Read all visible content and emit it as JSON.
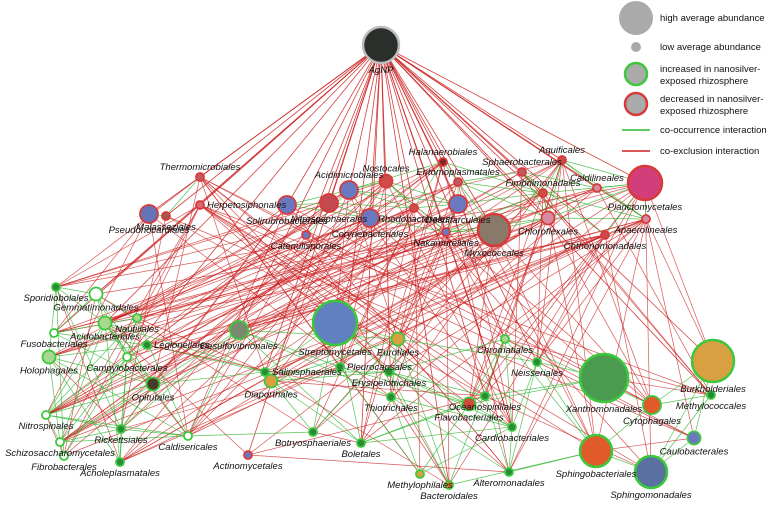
{
  "legend": {
    "high": "high average abundance",
    "low": "low average abundance",
    "increased_line1": "increased in nanosilver-",
    "increased_line2": "exposed rhizosphere",
    "decreased_line1": "decreased in nanosilver-",
    "decreased_line2": "exposed rhizosphere",
    "cooccurrence": "co-occurrence interaction",
    "coexclusion": "co-exclusion interaction"
  },
  "colors": {
    "increased_ring": "#3cc83c",
    "decreased_ring": "#d83a3a",
    "cooccurrence_line": "#2fb52f",
    "coexclusion_line": "#cc1f1f",
    "legend_gray": "#aaaaaa"
  },
  "nodes": [
    {
      "id": "AgNP",
      "label": "AgNP",
      "fill": "#2a2f2c",
      "ring": "gray",
      "size": "xl"
    },
    {
      "id": "Thermomicrobiales",
      "label": "Thermomicrobiales",
      "fill": "#c05a64",
      "ring": "red",
      "size": "xs"
    },
    {
      "id": "Pseudonocardiales",
      "label": "Pseudonocardiales",
      "fill": "#6574b8",
      "ring": "red",
      "size": "m"
    },
    {
      "id": "Herpetosiphonales",
      "label": "Herpetosiphonales",
      "fill": "#d96a72",
      "ring": "red",
      "size": "xs"
    },
    {
      "id": "Malasseziales",
      "label": "Malasseziales",
      "fill": "#a05a4a",
      "ring": "red",
      "size": "xs"
    },
    {
      "id": "Solirubrobacterales",
      "label": "Solirubrobacterales",
      "fill": "#6a78c0",
      "ring": "red",
      "size": "m"
    },
    {
      "id": "Acidimicrobiales",
      "label": "Acidimicrobiales",
      "fill": "#6a78c0",
      "ring": "red",
      "size": "m"
    },
    {
      "id": "Nostocales",
      "label": "Nostocales",
      "fill": "#d04a4a",
      "ring": "red",
      "size": "s"
    },
    {
      "id": "Nitrososphaerales",
      "label": "Nitrososphaerales",
      "fill": "#c44a52",
      "ring": "red",
      "size": "m"
    },
    {
      "id": "Catenulisporales",
      "label": "Catenulisporales",
      "fill": "#6a78c0",
      "ring": "red",
      "size": "xs"
    },
    {
      "id": "Corynebacteriales",
      "label": "Corynebacteriales",
      "fill": "#6a78c0",
      "ring": "red",
      "size": "m"
    },
    {
      "id": "Rhodobacterales",
      "label": "Rhodobacterales",
      "fill": "#d04a4a",
      "ring": "red",
      "size": "xs"
    },
    {
      "id": "Halanaerobiales",
      "label": "Halanaerobiales",
      "fill": "#7a2a2a",
      "ring": "red",
      "size": "xs"
    },
    {
      "id": "Entomoplasmatales",
      "label": "Entomoplasmatales",
      "fill": "#c05a64",
      "ring": "red",
      "size": "xs"
    },
    {
      "id": "Desulfarculales",
      "label": "Desulfarculales",
      "fill": "#6a78c0",
      "ring": "red",
      "size": "m"
    },
    {
      "id": "Nakamurellales",
      "label": "Nakamurellales",
      "fill": "#6a78c0",
      "ring": "red",
      "size": "xs"
    },
    {
      "id": "Myxococcales",
      "label": "Myxococcales",
      "fill": "#8a7868",
      "ring": "red",
      "size": "l"
    },
    {
      "id": "Sphaerobacterales",
      "label": "Sphaerobacterales",
      "fill": "#c05a64",
      "ring": "red",
      "size": "xs"
    },
    {
      "id": "Aquificales",
      "label": "Aquificales",
      "fill": "#d04a4a",
      "ring": "red",
      "size": "xs"
    },
    {
      "id": "Fimbriimonadales",
      "label": "Fimbriimonadales",
      "fill": "#d04a4a",
      "ring": "red",
      "size": "xs"
    },
    {
      "id": "Caldilineales",
      "label": "Caldilineales",
      "fill": "#d98aa0",
      "ring": "red",
      "size": "xs"
    },
    {
      "id": "Chloroflexales",
      "label": "Chloroflexales",
      "fill": "#d98aa0",
      "ring": "red",
      "size": "s"
    },
    {
      "id": "Planctomycetales",
      "label": "Planctomycetales",
      "fill": "#d13e7a",
      "ring": "red",
      "size": "l"
    },
    {
      "id": "Anaerolineales",
      "label": "Anaerolineales",
      "fill": "#d98aa0",
      "ring": "red",
      "size": "xs"
    },
    {
      "id": "Chthonomonadales",
      "label": "Chthonomonadales",
      "fill": "#d04a4a",
      "ring": "red",
      "size": "xs"
    },
    {
      "id": "Sporidiobolales",
      "label": "Sporidiobolales",
      "fill": "#2a8a3a",
      "ring": "green",
      "size": "xs"
    },
    {
      "id": "Gemmatimonadales",
      "label": "Gemmatimonadales",
      "fill": "#ffffff",
      "ring": "green",
      "size": "s"
    },
    {
      "id": "Acidobacteriales",
      "label": "Acidobacteriales",
      "fill": "#a8d890",
      "ring": "green",
      "size": "s"
    },
    {
      "id": "Fusobacteriales",
      "label": "Fusobacteriales",
      "fill": "#ffffff",
      "ring": "green",
      "size": "xs"
    },
    {
      "id": "Nautiliales",
      "label": "Nautiliales",
      "fill": "#a8d890",
      "ring": "green",
      "size": "xs"
    },
    {
      "id": "Desulfovibrionales",
      "label": "Desulfovibrionales",
      "fill": "#7a8870",
      "ring": "green",
      "size": "m"
    },
    {
      "id": "Streptomycetales",
      "label": "Streptomycetales",
      "fill": "#6080c0",
      "ring": "green",
      "size": "xl"
    },
    {
      "id": "Eurotiales",
      "label": "Eurotiales",
      "fill": "#d8a040",
      "ring": "green",
      "size": "s"
    },
    {
      "id": "Chromatiales",
      "label": "Chromatiales",
      "fill": "#a8d890",
      "ring": "green",
      "size": "xs"
    },
    {
      "id": "Holophagales",
      "label": "Holophagales",
      "fill": "#a8d890",
      "ring": "green",
      "size": "s"
    },
    {
      "id": "Campylobacterales",
      "label": "Campylobacterales",
      "fill": "#ffffff",
      "ring": "green",
      "size": "xs"
    },
    {
      "id": "Legionellales",
      "label": "Legionellales",
      "fill": "#2a8a3a",
      "ring": "green",
      "size": "xs"
    },
    {
      "id": "Salinisphaerales",
      "label": "Salinisphaerales",
      "fill": "#2a8a3a",
      "ring": "green",
      "size": "xs"
    },
    {
      "id": "Pleurocapsales",
      "label": "Pleurocapsales",
      "fill": "#2a8a3a",
      "ring": "green",
      "size": "xs"
    },
    {
      "id": "Erysipelotrichales",
      "label": "Erysipelotrichales",
      "fill": "#2a8a3a",
      "ring": "green",
      "size": "xs"
    },
    {
      "id": "Neisseriales",
      "label": "Neisseriales",
      "fill": "#2a8a3a",
      "ring": "green",
      "size": "xs"
    },
    {
      "id": "Xanthomonadales",
      "label": "Xanthomonadales",
      "fill": "#4a9a50",
      "ring": "green",
      "size": "xl"
    },
    {
      "id": "Burkholderiales",
      "label": "Burkholderiales",
      "fill": "#d8a040",
      "ring": "green",
      "size": "l"
    },
    {
      "id": "Opitutales",
      "label": "Opitutales",
      "fill": "#4a3a2a",
      "ring": "green",
      "size": "s"
    },
    {
      "id": "Diaporthales",
      "label": "Diaporthales",
      "fill": "#d8a040",
      "ring": "green",
      "size": "s"
    },
    {
      "id": "Thiotrichales",
      "label": "Thiotrichales",
      "fill": "#2a8a3a",
      "ring": "green",
      "size": "xs"
    },
    {
      "id": "Oceanospirillales",
      "label": "Oceanospirillales",
      "fill": "#2a8a3a",
      "ring": "green",
      "size": "xs"
    },
    {
      "id": "Flavobacteriales",
      "label": "Flavobacteriales",
      "fill": "#d04a3a",
      "ring": "green",
      "size": "s"
    },
    {
      "id": "Cytophagales",
      "label": "Cytophagales",
      "fill": "#e05a2a",
      "ring": "green",
      "size": "m"
    },
    {
      "id": "Methylococcales",
      "label": "Methylococcales",
      "fill": "#2a8a3a",
      "ring": "green",
      "size": "xs"
    },
    {
      "id": "Nitrospinales",
      "label": "Nitrospinales",
      "fill": "#ffffff",
      "ring": "green",
      "size": "xs"
    },
    {
      "id": "Rickettsiales",
      "label": "Rickettsiales",
      "fill": "#2a8a3a",
      "ring": "green",
      "size": "xs"
    },
    {
      "id": "Caldisericales",
      "label": "Caldisericales",
      "fill": "#ffffff",
      "ring": "green",
      "size": "xs"
    },
    {
      "id": "Schizosaccharomycetales",
      "label": "Schizosaccharomycetales",
      "fill": "#ffffff",
      "ring": "green",
      "size": "xs"
    },
    {
      "id": "Fibrobacterales",
      "label": "Fibrobacterales",
      "fill": "#ffffff",
      "ring": "green",
      "size": "xs"
    },
    {
      "id": "Acholeplasmatales",
      "label": "Acholeplasmatales",
      "fill": "#2a8a3a",
      "ring": "green",
      "size": "xs"
    },
    {
      "id": "Botryosphaeriales",
      "label": "Botryosphaeriales",
      "fill": "#2a8a3a",
      "ring": "green",
      "size": "xs"
    },
    {
      "id": "Boletales",
      "label": "Boletales",
      "fill": "#2a8a3a",
      "ring": "green",
      "size": "xs"
    },
    {
      "id": "Actinomycetales",
      "label": "Actinomycetales",
      "fill": "#6a78c0",
      "ring": "red",
      "size": "xs"
    },
    {
      "id": "Cardiobacteriales",
      "label": "Cardiobacteriales",
      "fill": "#2a8a3a",
      "ring": "green",
      "size": "xs"
    },
    {
      "id": "Caulobacterales",
      "label": "Caulobacterales",
      "fill": "#6a78c0",
      "ring": "green",
      "size": "s"
    },
    {
      "id": "Sphingobacteriales",
      "label": "Sphingobacteriales",
      "fill": "#e05a2a",
      "ring": "green",
      "size": "l"
    },
    {
      "id": "Sphingomonadales",
      "label": "Sphingomonadales",
      "fill": "#5a70a0",
      "ring": "green",
      "size": "l"
    },
    {
      "id": "Methylophilales",
      "label": "Methylophilales",
      "fill": "#d8a040",
      "ring": "green",
      "size": "xs"
    },
    {
      "id": "Bacteroidales",
      "label": "Bacteroidales",
      "fill": "#e07a2a",
      "ring": "green",
      "size": "xs"
    },
    {
      "id": "Alteromonadales",
      "label": "Alteromonadales",
      "fill": "#2a8a3a",
      "ring": "green",
      "size": "xs"
    }
  ]
}
